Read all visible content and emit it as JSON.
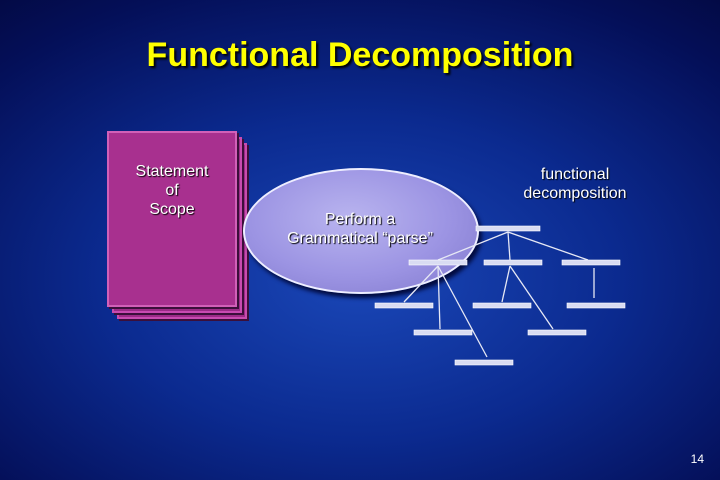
{
  "title": "Functional Decomposition",
  "document": {
    "label_line1": "Statement",
    "label_line2": "of",
    "label_line3": "Scope"
  },
  "process": {
    "label_line1": "Perform a",
    "label_line2": "Grammatical “parse”"
  },
  "result": {
    "label_line1": "functional",
    "label_line2": "decomposition"
  },
  "page_number": "14",
  "colors": {
    "background": "#0b2a8f",
    "title": "#ffff00",
    "document": "#a8308f",
    "process": "#9c94e3",
    "tree_lines": "#e6e8f5"
  }
}
